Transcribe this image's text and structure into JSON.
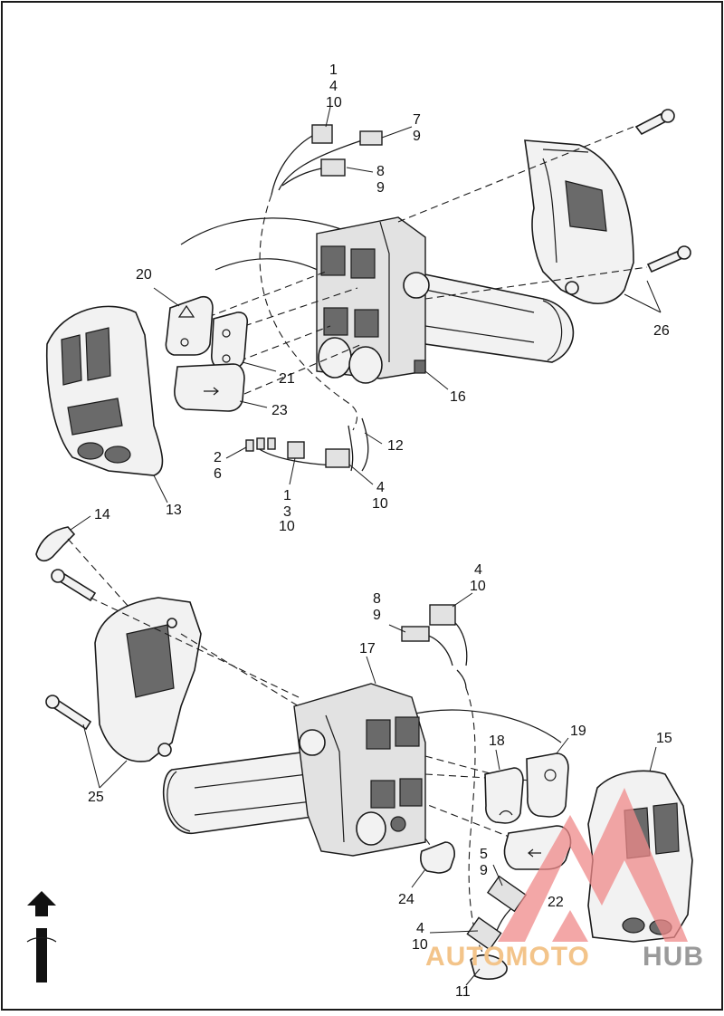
{
  "diagram": {
    "labels": {
      "l1a": "1",
      "l4a": "4",
      "l10a": "10",
      "l7": "7",
      "l9a": "9",
      "l8a": "8",
      "l9b": "9",
      "l20": "20",
      "l21": "21",
      "l23": "23",
      "l16": "16",
      "l26": "26",
      "l12": "12",
      "l2": "2",
      "l6": "6",
      "l1b": "1",
      "l3": "3",
      "l10b": "10",
      "l4b": "4",
      "l10c": "10",
      "l13": "13",
      "l14": "14",
      "l4c": "4",
      "l10d": "10",
      "l8b": "8",
      "l9c": "9",
      "l17": "17",
      "l18": "18",
      "l19": "19",
      "l15": "15",
      "l25": "25",
      "l24": "24",
      "l5": "5",
      "l9d": "9",
      "l22": "22",
      "l4d": "4",
      "l10e": "10",
      "l11": "11"
    },
    "watermark": {
      "text_main": "AUTOMOTO",
      "text_accent": "HUB",
      "color_main": "#f3c48a",
      "color_triangle": "#f08a8a",
      "color_accent": "#9a9a9a"
    }
  }
}
